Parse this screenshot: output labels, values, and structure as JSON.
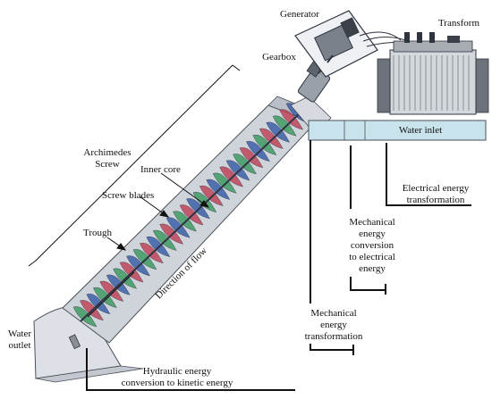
{
  "labels": {
    "generator": "Generator",
    "transform": "Transform",
    "gearbox": "Gearbox",
    "water_inlet": "Water inlet",
    "archimedes_screw": "Archimedes\nScrew",
    "inner_core": "Inner core",
    "screw_blades": "Screw blades",
    "trough": "Trough",
    "direction_of_flow": "Direction of flow",
    "water_outlet": "Water\noutlet",
    "electrical_energy_transformation": "Electrical energy\ntransformation",
    "mechanical_to_electrical": "Mechanical\nenergy\nconversion\nto electrical\nenergy",
    "mechanical_energy_transformation": "Mechanical\nenergy\ntransformation",
    "hydraulic_to_kinetic": "Hydraulic energy\nconversion to kinetic energy"
  },
  "colors": {
    "blade_green": "#3d9a63",
    "blade_red": "#c0445a",
    "blade_blue": "#3c5fa8",
    "trough_fill": "#cfd3da",
    "outline": "#4a4f57",
    "inlet_fill": "#c9e3ec"
  }
}
